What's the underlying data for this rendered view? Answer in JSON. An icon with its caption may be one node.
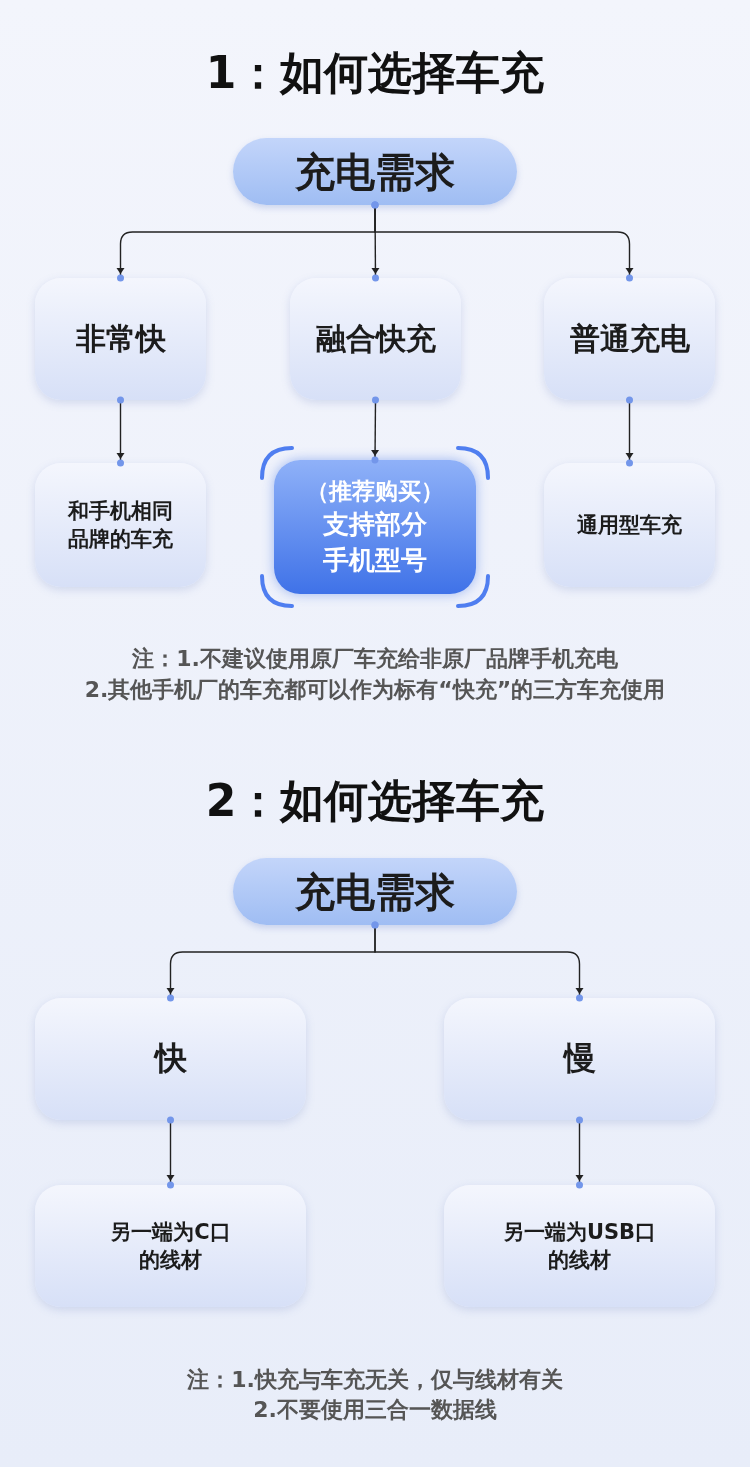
{
  "diagram": {
    "title": "1：如何选择车充",
    "nodes": [
      {
        "text": [
          "充电需求"
        ]
      },
      {
        "text": [
          "非常快"
        ]
      },
      {
        "text": [
          "融合快充"
        ]
      },
      {
        "text": [
          "普通充电"
        ]
      },
      {
        "text": [
          "和手机相同品牌的车充"
        ]
      },
      {
        "text": [
          "（推荐购买）",
          "支持部分手机型号"
        ]
      },
      {
        "text": [
          "通用型车充"
        ]
      },
      {
        "text": [
          "充电需求"
        ]
      },
      {
        "text": [
          "快"
        ]
      },
      {
        "text": [
          "慢"
        ]
      },
      {
        "text": [
          "另一端为C口的线材"
        ]
      },
      {
        "text": [
          "另一端为USB口的线材"
        ]
      }
    ],
    "edges": [
      {
        "from": 0,
        "to": 1,
        "arrow": "to"
      },
      {
        "from": 0,
        "to": 2,
        "arrow": "to"
      },
      {
        "from": 0,
        "to": 3,
        "arrow": "to"
      },
      {
        "from": 1,
        "to": 4,
        "arrow": "to"
      },
      {
        "from": 2,
        "to": 5,
        "arrow": "to"
      },
      {
        "from": 3,
        "to": 6,
        "arrow": "to"
      },
      {
        "from": 7,
        "to": 8,
        "arrow": "to"
      },
      {
        "from": 7,
        "to": 9,
        "arrow": "to"
      },
      {
        "from": 8,
        "to": 10,
        "arrow": "to"
      },
      {
        "from": 9,
        "to": 11,
        "arrow": "to"
      }
    ],
    "labels": [
      "注：1.不建议使用原厂车充给非原厂品牌手机充电",
      "2.其他手机厂的车充都可以作为标有“快充”的三方车充使用",
      "2：如何选择车充",
      "注：1.快充与车充无关，仅与线材有关",
      "2.不要使用三合一数据线"
    ]
  }
}
